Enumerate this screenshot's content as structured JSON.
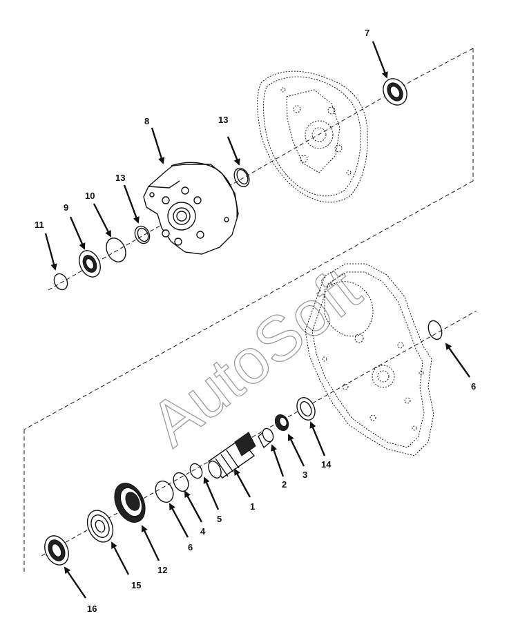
{
  "watermark": "AutoSoft",
  "callouts": [
    "7",
    "8",
    "13",
    "13",
    "10",
    "9",
    "11",
    "6",
    "14",
    "3",
    "2",
    "1",
    "5",
    "4",
    "6",
    "12",
    "15",
    "16"
  ]
}
